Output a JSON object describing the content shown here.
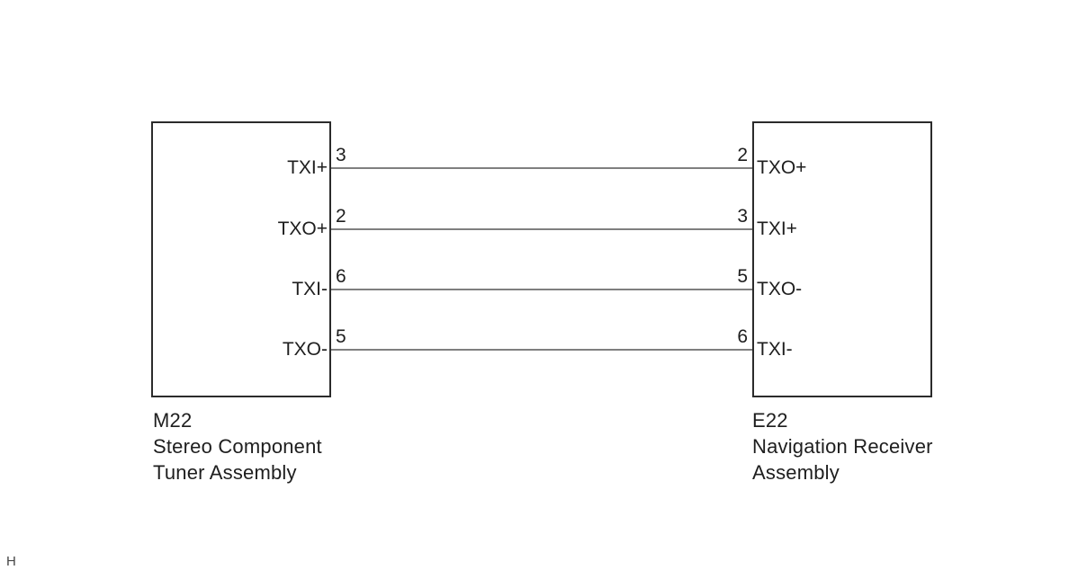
{
  "figure": {
    "type": "wiring-diagram",
    "corner_mark": "H"
  },
  "colors": {
    "background": "#ffffff",
    "box_border": "#2b2b2b",
    "wire": "#7f7f7f",
    "text": "#1e1e1e",
    "corner_mark": "#474747"
  },
  "connectors": {
    "left": {
      "code": "M22",
      "name_line1": "Stereo Component",
      "name_line2": "Tuner Assembly",
      "pins": [
        {
          "number": "3",
          "label": "TXI+"
        },
        {
          "number": "2",
          "label": "TXO+"
        },
        {
          "number": "6",
          "label": "TXI-"
        },
        {
          "number": "5",
          "label": "TXO-"
        }
      ]
    },
    "right": {
      "code": "E22",
      "name_line1": "Navigation Receiver",
      "name_line2": "Assembly",
      "pins": [
        {
          "number": "2",
          "label": "TXO+"
        },
        {
          "number": "3",
          "label": "TXI+"
        },
        {
          "number": "5",
          "label": "TXO-"
        },
        {
          "number": "6",
          "label": "TXI-"
        }
      ]
    }
  },
  "wires": [
    {
      "from_connector": "M22",
      "from_pin": "3",
      "from_label": "TXI+",
      "to_connector": "E22",
      "to_pin": "2",
      "to_label": "TXO+"
    },
    {
      "from_connector": "M22",
      "from_pin": "2",
      "from_label": "TXO+",
      "to_connector": "E22",
      "to_pin": "3",
      "to_label": "TXI+"
    },
    {
      "from_connector": "M22",
      "from_pin": "6",
      "from_label": "TXI-",
      "to_connector": "E22",
      "to_pin": "5",
      "to_label": "TXO-"
    },
    {
      "from_connector": "M22",
      "from_pin": "5",
      "from_label": "TXO-",
      "to_connector": "E22",
      "to_pin": "6",
      "to_label": "TXI-"
    }
  ]
}
